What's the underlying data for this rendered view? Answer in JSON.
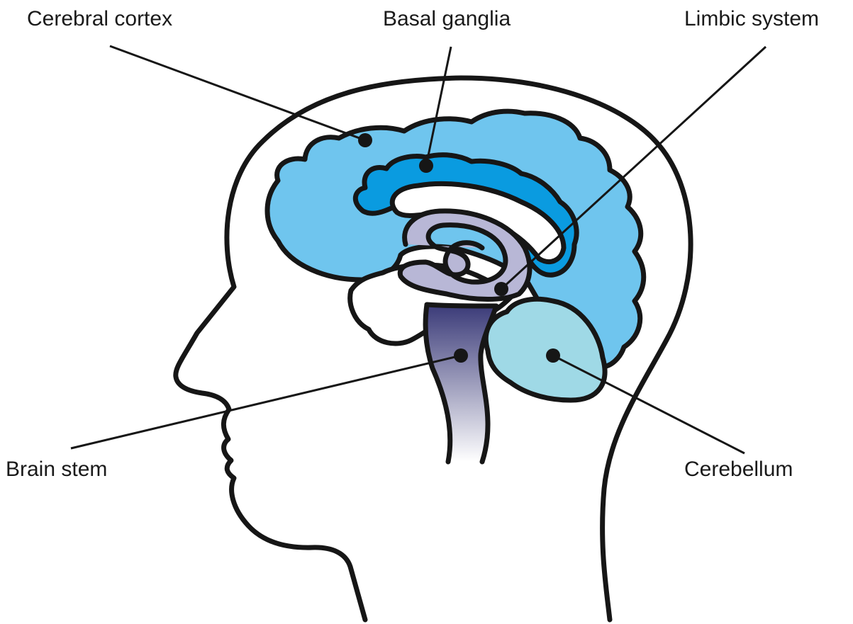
{
  "labels": {
    "cerebral_cortex": "Cerebral cortex",
    "basal_ganglia": "Basal ganglia",
    "limbic_system": "Limbic system",
    "brain_stem": "Brain stem",
    "cerebellum": "Cerebellum"
  },
  "colors": {
    "cerebral_cortex": "#6fc5ee",
    "basal_ganglia": "#0a9be0",
    "limbic_system": "#b8b7d6",
    "brain_stem_top": "#3a3a78",
    "brain_stem_bottom": "#ffffff",
    "cerebellum": "#9fd9e6",
    "outline": "#161616",
    "background": "#ffffff"
  }
}
